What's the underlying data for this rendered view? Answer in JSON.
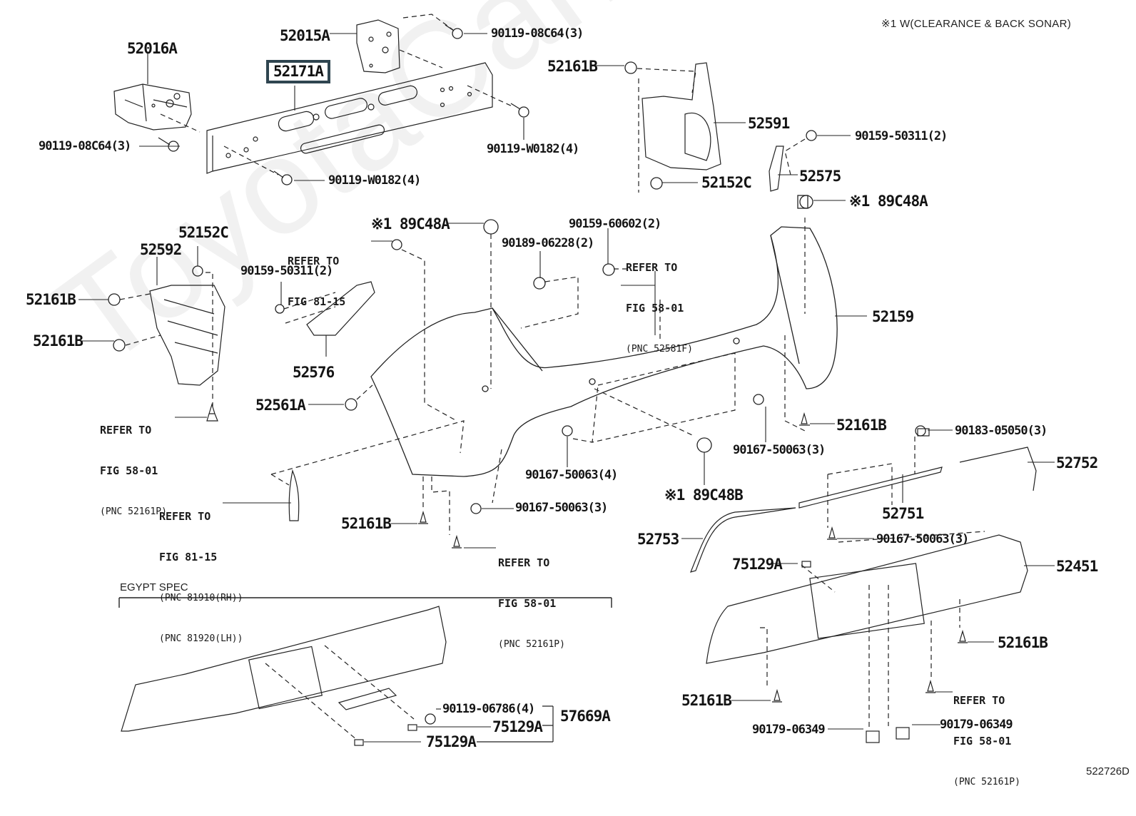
{
  "diagram": {
    "watermark": "ToyotaCarMine.ru",
    "note": "※1 W(CLEARANCE & BACK SONAR)",
    "drawing_code": "522726D",
    "section_label": "EGYPT SPEC",
    "highlighted_part": "52171A",
    "parts": {
      "p52016A": "52016A",
      "p52015A": "52015A",
      "p90119_08C64_left": "90119-08C64(3)",
      "p90119_08C64_top": "90119-08C64(3)",
      "p90119_W0182_bottom": "90119-W0182(4)",
      "p90119_W0182_right": "90119-W0182(4)",
      "p52161B_top": "52161B",
      "p52591": "52591",
      "p90159_50311_right": "90159-50311(2)",
      "p52152C_right": "52152C",
      "p52575": "52575",
      "p89C48A_right": "※1 89C48A",
      "p52152C_left": "52152C",
      "p52592": "52592",
      "p52161B_left1": "52161B",
      "p52161B_left2": "52161B",
      "p90159_50311_left": "90159-50311(2)",
      "p52576": "52576",
      "p89C48A_mid": "※1 89C48A",
      "p90189_06228": "90189-06228(2)",
      "p90159_60602": "90159-60602(2)",
      "p52159": "52159",
      "p52561A": "52561A",
      "p52161B_rightbump": "52161B",
      "p90167_50063_3a": "90167-50063(3)",
      "p90183_05050": "90183-05050(3)",
      "p52752": "52752",
      "p90167_50063_4": "90167-50063(4)",
      "p89C48B": "※1 89C48B",
      "p52751": "52751",
      "p52161B_lowleft": "52161B",
      "p90167_50063_3b": "90167-50063(3)",
      "p52753": "52753",
      "p90167_50063_3c": "90167-50063(3)",
      "p75129A_right": "75129A",
      "p52451": "52451",
      "p52161B_lowright": "52161B",
      "p52161B_bottom": "52161B",
      "p90179_06349_left": "90179-06349",
      "p90179_06349_right": "90179-06349",
      "p90119_06786": "90119-06786(4)",
      "p57669A": "57669A",
      "p75129A_egypt1": "75129A",
      "p75129A_egypt2": "75129A"
    },
    "references": {
      "ref_81_15_top": {
        "line1": "REFER TO",
        "line2": "FIG 81-15"
      },
      "ref_58_01_52581F": {
        "line1": "REFER TO",
        "line2": "FIG 58-01",
        "line3": "(PNC 52581F)"
      },
      "ref_58_01_left": {
        "line1": "REFER TO",
        "line2": "FIG 58-01",
        "line3": "(PNC 52161P)"
      },
      "ref_81_15_reflector": {
        "line1": "REFER TO",
        "line2": "FIG 81-15",
        "line3": "(PNC 81910(RH))",
        "line4": "(PNC 81920(LH))"
      },
      "ref_58_01_center": {
        "line1": "REFER TO",
        "line2": "FIG 58-01",
        "line3": "(PNC 52161P)"
      },
      "ref_58_01_right": {
        "line1": "REFER TO",
        "line2": "FIG 58-01",
        "line3": "(PNC 52161P)"
      }
    }
  }
}
